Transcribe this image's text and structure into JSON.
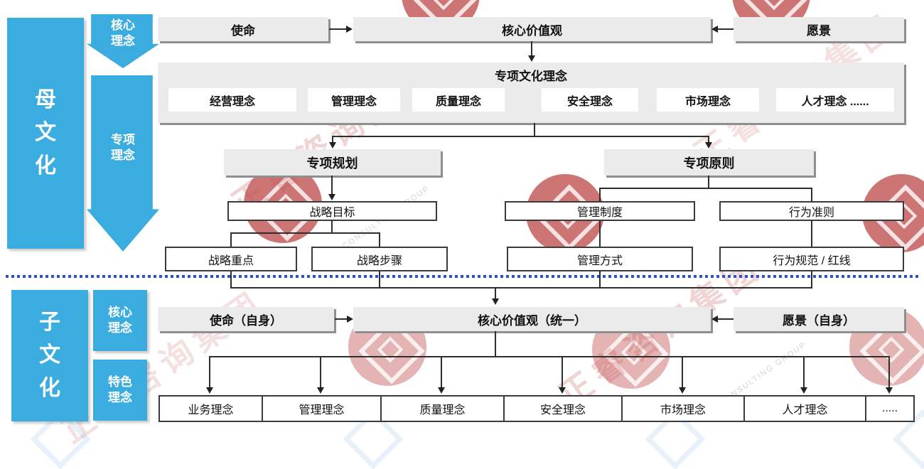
{
  "colors": {
    "blue": "#3BACDF",
    "gray_box": "#EBEBEB",
    "gray_shadow": "#8F8F8F",
    "line": "#2e2e2e",
    "divider_blue": "#2B50C8",
    "watermark_red": "#BA3E3E"
  },
  "left_rail": {
    "mother_label": "母文化",
    "core_arrow_label": "核心理念",
    "special_arrow_label": "专项理念",
    "child_label": "子文化",
    "core_box_label": "核心理念",
    "feature_box_label": "特色理念"
  },
  "top_flow": {
    "mission": "使命",
    "core_values": "核心价值观",
    "vision": "愿景",
    "container_title": "专项文化理念",
    "special_items": [
      "经营理念",
      "管理理念",
      "质量理念",
      "安全理念",
      "市场理念",
      "人才理念 ......"
    ],
    "planning": "专项规划",
    "principles": "专项原则",
    "strategy_goal": "战略目标",
    "strategy_focus": "战略重点",
    "strategy_steps": "战略步骤",
    "mgmt_system": "管理制度",
    "conduct_code": "行为准则",
    "mgmt_method": "管理方式",
    "conduct_norms": "行为规范 / 红线"
  },
  "bottom_flow": {
    "mission_self": "使命（自身）",
    "core_values_unified": "核心价值观（统一）",
    "vision_self": "愿景（自身）",
    "feature_items": [
      "业务理念",
      "管理理念",
      "质量理念",
      "安全理念",
      "市场理念",
      "人才理念",
      "....."
    ]
  },
  "watermark": {
    "brand_text": "正睿咨询集团",
    "brand_text_en": "CONSULTING GROUP"
  }
}
